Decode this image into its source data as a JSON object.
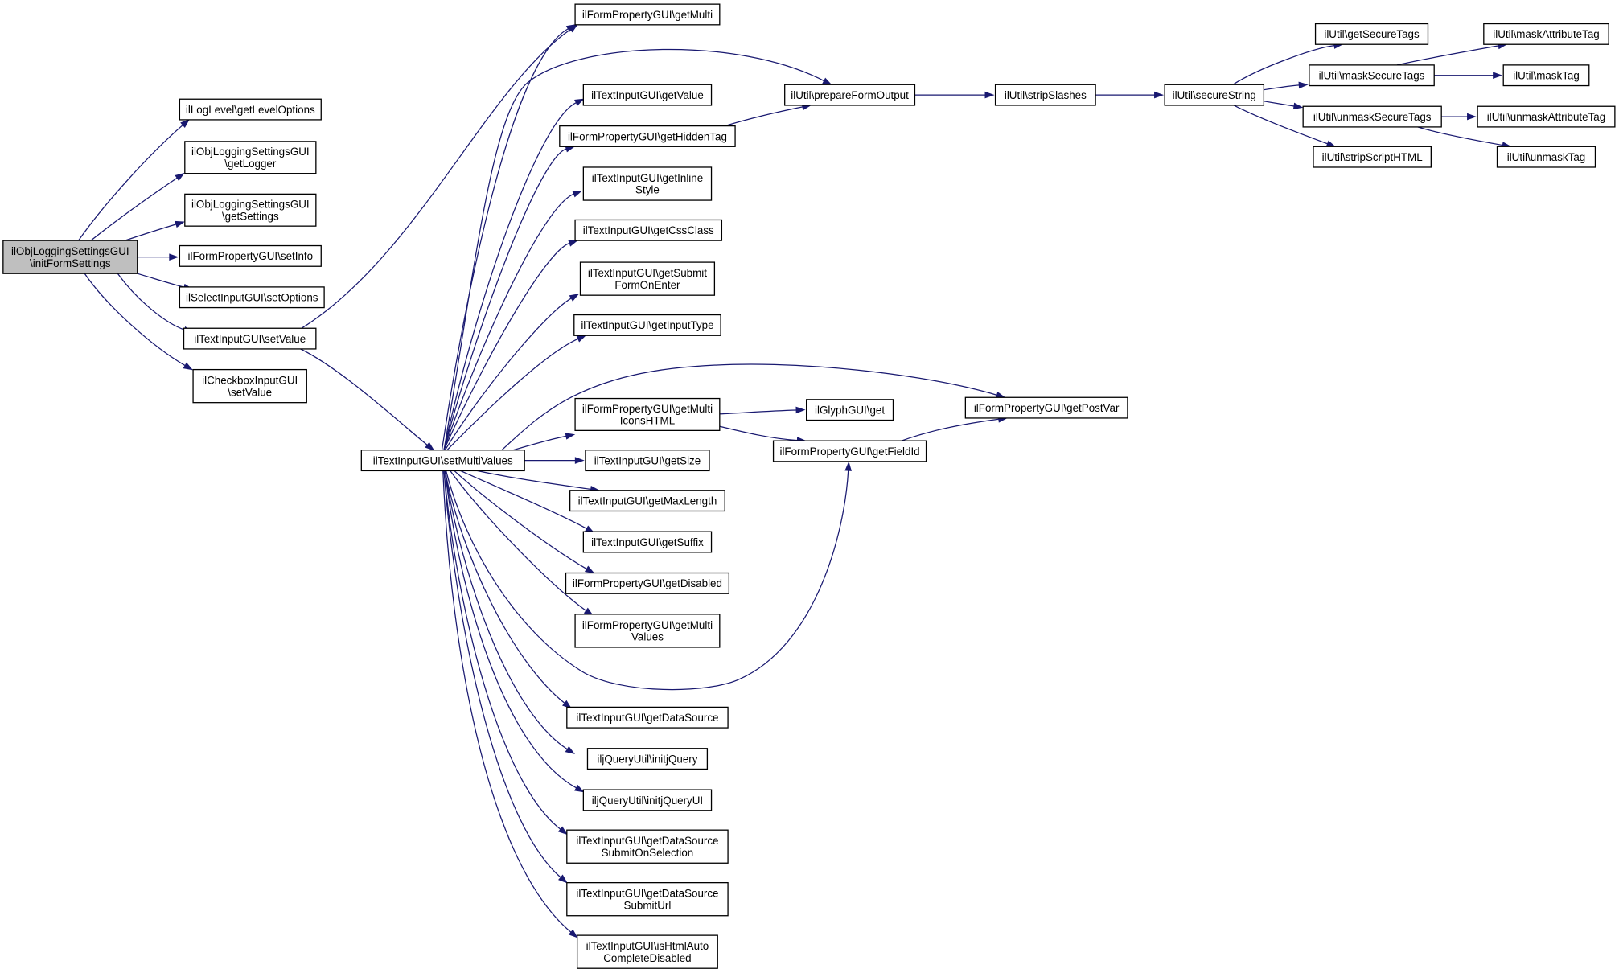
{
  "diagram": {
    "nodes": [
      {
        "id": "root",
        "lines": [
          "ilObjLoggingSettingsGUI",
          "\\initFormSettings"
        ],
        "root": true
      },
      {
        "id": "getLevelOptions",
        "lines": [
          "ilLogLevel\\getLevelOptions"
        ]
      },
      {
        "id": "getLogger",
        "lines": [
          "ilObjLoggingSettingsGUI",
          "\\getLogger"
        ]
      },
      {
        "id": "getSettings",
        "lines": [
          "ilObjLoggingSettingsGUI",
          "\\getSettings"
        ]
      },
      {
        "id": "setInfo",
        "lines": [
          "ilFormPropertyGUI\\setInfo"
        ]
      },
      {
        "id": "setOptions",
        "lines": [
          "ilSelectInputGUI\\setOptions"
        ]
      },
      {
        "id": "setValue",
        "lines": [
          "ilTextInputGUI\\setValue"
        ]
      },
      {
        "id": "cbSetValue",
        "lines": [
          "ilCheckboxInputGUI",
          "\\setValue"
        ]
      },
      {
        "id": "setMultiValues",
        "lines": [
          "ilTextInputGUI\\setMultiValues"
        ]
      },
      {
        "id": "getMulti",
        "lines": [
          "ilFormPropertyGUI\\getMulti"
        ]
      },
      {
        "id": "getValue",
        "lines": [
          "ilTextInputGUI\\getValue"
        ]
      },
      {
        "id": "getHiddenTag",
        "lines": [
          "ilFormPropertyGUI\\getHiddenTag"
        ]
      },
      {
        "id": "getInlineStyle",
        "lines": [
          "ilTextInputGUI\\getInline",
          "Style"
        ]
      },
      {
        "id": "getCssClass",
        "lines": [
          "ilTextInputGUI\\getCssClass"
        ]
      },
      {
        "id": "getSubmitFormOnEnter",
        "lines": [
          "ilTextInputGUI\\getSubmit",
          "FormOnEnter"
        ]
      },
      {
        "id": "getInputType",
        "lines": [
          "ilTextInputGUI\\getInputType"
        ]
      },
      {
        "id": "getMultiIconsHTML",
        "lines": [
          "ilFormPropertyGUI\\getMulti",
          "IconsHTML"
        ]
      },
      {
        "id": "getSize",
        "lines": [
          "ilTextInputGUI\\getSize"
        ]
      },
      {
        "id": "getMaxLength",
        "lines": [
          "ilTextInputGUI\\getMaxLength"
        ]
      },
      {
        "id": "getSuffix",
        "lines": [
          "ilTextInputGUI\\getSuffix"
        ]
      },
      {
        "id": "getDisabled",
        "lines": [
          "ilFormPropertyGUI\\getDisabled"
        ]
      },
      {
        "id": "getMultiValues",
        "lines": [
          "ilFormPropertyGUI\\getMulti",
          "Values"
        ]
      },
      {
        "id": "getDataSource",
        "lines": [
          "ilTextInputGUI\\getDataSource"
        ]
      },
      {
        "id": "initjQuery",
        "lines": [
          "iljQueryUtil\\initjQuery"
        ]
      },
      {
        "id": "initjQueryUI",
        "lines": [
          "iljQueryUtil\\initjQueryUI"
        ]
      },
      {
        "id": "getDSSubmitOnSelection",
        "lines": [
          "ilTextInputGUI\\getDataSource",
          "SubmitOnSelection"
        ]
      },
      {
        "id": "getDSSubmitUrl",
        "lines": [
          "ilTextInputGUI\\getDataSource",
          "SubmitUrl"
        ]
      },
      {
        "id": "isHtmlAutoCompleteDisabled",
        "lines": [
          "ilTextInputGUI\\isHtmlAuto",
          "CompleteDisabled"
        ]
      },
      {
        "id": "prepareFormOutput",
        "lines": [
          "ilUtil\\prepareFormOutput"
        ]
      },
      {
        "id": "glyphGet",
        "lines": [
          "ilGlyphGUI\\get"
        ]
      },
      {
        "id": "getFieldId",
        "lines": [
          "ilFormPropertyGUI\\getFieldId"
        ]
      },
      {
        "id": "getPostVar",
        "lines": [
          "ilFormPropertyGUI\\getPostVar"
        ]
      },
      {
        "id": "stripSlashes",
        "lines": [
          "ilUtil\\stripSlashes"
        ]
      },
      {
        "id": "secureString",
        "lines": [
          "ilUtil\\secureString"
        ]
      },
      {
        "id": "getSecureTags",
        "lines": [
          "ilUtil\\getSecureTags"
        ]
      },
      {
        "id": "maskSecureTags",
        "lines": [
          "ilUtil\\maskSecureTags"
        ]
      },
      {
        "id": "unmaskSecureTags",
        "lines": [
          "ilUtil\\unmaskSecureTags"
        ]
      },
      {
        "id": "stripScriptHTML",
        "lines": [
          "ilUtil\\stripScriptHTML"
        ]
      },
      {
        "id": "maskAttributeTag",
        "lines": [
          "ilUtil\\maskAttributeTag"
        ]
      },
      {
        "id": "maskTag",
        "lines": [
          "ilUtil\\maskTag"
        ]
      },
      {
        "id": "unmaskAttributeTag",
        "lines": [
          "ilUtil\\unmaskAttributeTag"
        ]
      },
      {
        "id": "unmaskTag",
        "lines": [
          "ilUtil\\unmaskTag"
        ]
      }
    ],
    "edges": [
      [
        "root",
        "getLevelOptions"
      ],
      [
        "root",
        "getLogger"
      ],
      [
        "root",
        "getSettings"
      ],
      [
        "root",
        "setInfo"
      ],
      [
        "root",
        "setOptions"
      ],
      [
        "root",
        "setValue"
      ],
      [
        "root",
        "cbSetValue"
      ],
      [
        "setValue",
        "getMulti"
      ],
      [
        "setValue",
        "setMultiValues"
      ],
      [
        "setMultiValues",
        "getMulti"
      ],
      [
        "setMultiValues",
        "prepareFormOutput"
      ],
      [
        "setMultiValues",
        "getValue"
      ],
      [
        "setMultiValues",
        "getHiddenTag"
      ],
      [
        "setMultiValues",
        "getInlineStyle"
      ],
      [
        "setMultiValues",
        "getCssClass"
      ],
      [
        "setMultiValues",
        "getSubmitFormOnEnter"
      ],
      [
        "setMultiValues",
        "getInputType"
      ],
      [
        "setMultiValues",
        "getPostVar"
      ],
      [
        "setMultiValues",
        "getMultiIconsHTML"
      ],
      [
        "setMultiValues",
        "getSize"
      ],
      [
        "setMultiValues",
        "getMaxLength"
      ],
      [
        "setMultiValues",
        "getSuffix"
      ],
      [
        "setMultiValues",
        "getDisabled"
      ],
      [
        "setMultiValues",
        "getMultiValues"
      ],
      [
        "setMultiValues",
        "getFieldId"
      ],
      [
        "setMultiValues",
        "getDataSource"
      ],
      [
        "setMultiValues",
        "initjQuery"
      ],
      [
        "setMultiValues",
        "initjQueryUI"
      ],
      [
        "setMultiValues",
        "getDSSubmitOnSelection"
      ],
      [
        "setMultiValues",
        "getDSSubmitUrl"
      ],
      [
        "setMultiValues",
        "isHtmlAutoCompleteDisabled"
      ],
      [
        "getHiddenTag",
        "prepareFormOutput"
      ],
      [
        "getMultiIconsHTML",
        "glyphGet"
      ],
      [
        "getMultiIconsHTML",
        "getFieldId"
      ],
      [
        "getFieldId",
        "getPostVar"
      ],
      [
        "prepareFormOutput",
        "stripSlashes"
      ],
      [
        "stripSlashes",
        "secureString"
      ],
      [
        "secureString",
        "getSecureTags"
      ],
      [
        "secureString",
        "maskSecureTags"
      ],
      [
        "secureString",
        "unmaskSecureTags"
      ],
      [
        "secureString",
        "stripScriptHTML"
      ],
      [
        "maskSecureTags",
        "maskAttributeTag"
      ],
      [
        "maskSecureTags",
        "maskTag"
      ],
      [
        "unmaskSecureTags",
        "unmaskAttributeTag"
      ],
      [
        "unmaskSecureTags",
        "unmaskTag"
      ]
    ]
  }
}
